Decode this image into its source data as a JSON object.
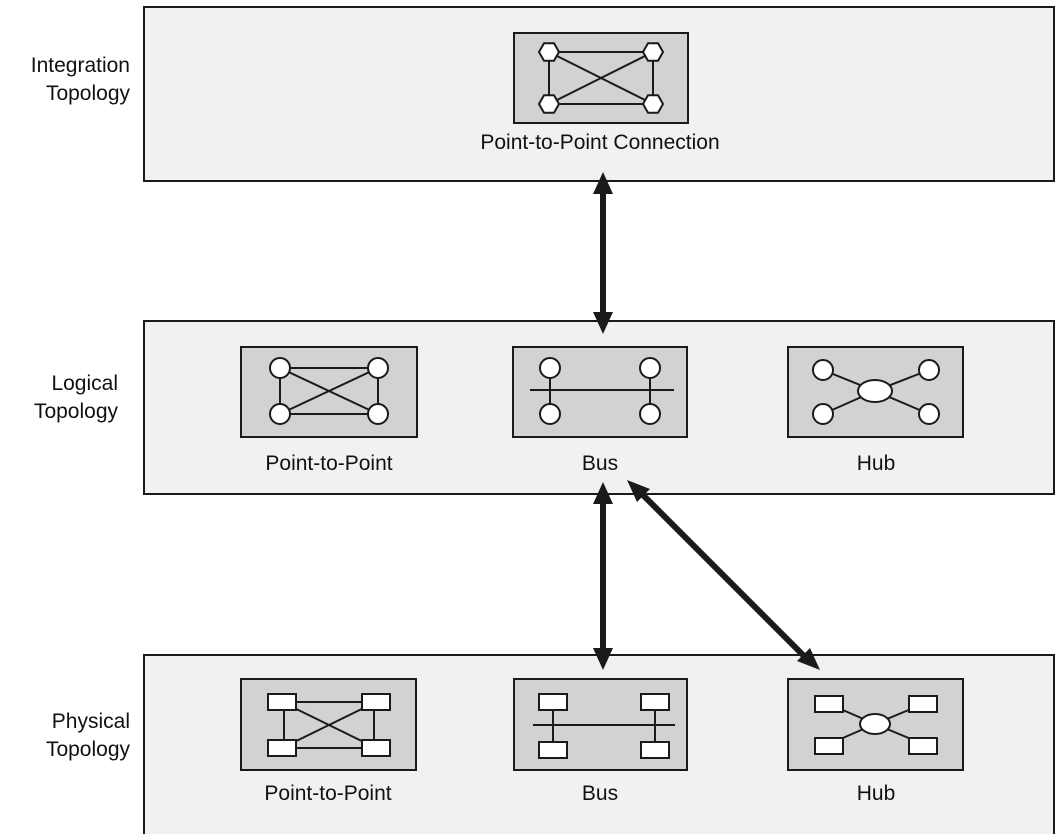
{
  "layers": {
    "integration": {
      "label_line1": "Integration",
      "label_line2": "Topology",
      "items": [
        {
          "caption": "Point-to-Point Connection"
        }
      ]
    },
    "logical": {
      "label_line1": "Logical",
      "label_line2": "Topology",
      "items": [
        {
          "caption": "Point-to-Point"
        },
        {
          "caption": "Bus"
        },
        {
          "caption": "Hub"
        }
      ]
    },
    "physical": {
      "label_line1": "Physical",
      "label_line2": "Topology",
      "items": [
        {
          "caption": "Point-to-Point"
        },
        {
          "caption": "Bus"
        },
        {
          "caption": "Hub"
        }
      ]
    }
  },
  "colors": {
    "layer_fill": "#f1f1f1",
    "icon_fill": "#d2d2d2",
    "stroke": "#1a1a1a",
    "node_fill": "#ffffff"
  }
}
